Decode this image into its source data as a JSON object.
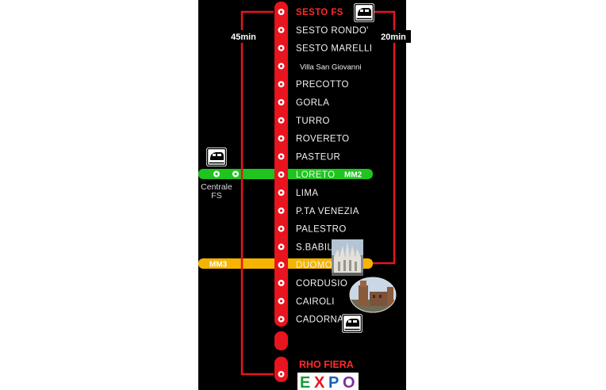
{
  "stations": [
    "SESTO FS",
    "SESTO RONDO'",
    "SESTO MARELLI",
    "Villa San Giovanni",
    "PRECOTTO",
    "GORLA",
    "TURRO",
    "ROVERETO",
    "PASTEUR",
    "LORETO",
    "LIMA",
    "P.TA VENEZIA",
    "PALESTRO",
    "S.BABILA",
    "DUOMO",
    "CORDUSIO",
    "CAIROLI",
    "CADORNA"
  ],
  "labels": {
    "time_left": "45min",
    "time_right": "20min",
    "mm2": "MM2",
    "mm3": "MM3",
    "centrale_line1": "Centrale",
    "centrale_line2": "FS",
    "rho_fiera": "RHO FIERA",
    "expo_letters": [
      "E",
      "X",
      "P",
      "O"
    ]
  },
  "colors": {
    "background": "#000000",
    "red_line": "#e8141e",
    "green_line": "#1fc41f",
    "yellow_line": "#f6b400",
    "station_label": "#f2f2f2",
    "first_station": "#ff2a2a",
    "train_icon_bg": "#ffffff"
  },
  "icons": {
    "train": "train-icon",
    "duomo": "cathedral-photo",
    "castle": "castle-photo"
  }
}
